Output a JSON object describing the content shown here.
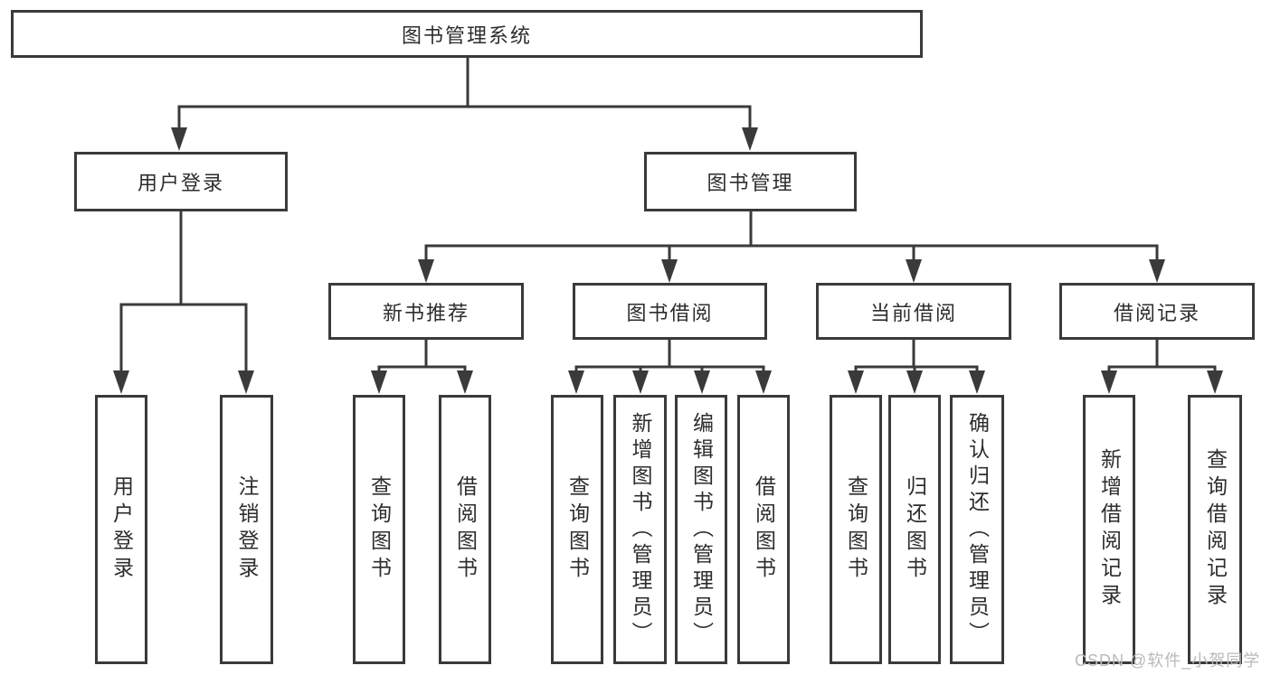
{
  "tree": {
    "root": {
      "label": "图书管理系统",
      "children": [
        {
          "label": "用户登录",
          "children": [
            {
              "label": "用户登录"
            },
            {
              "label": "注销登录"
            }
          ]
        },
        {
          "label": "图书管理",
          "children": [
            {
              "label": "新书推荐",
              "children": [
                {
                  "label": "查询图书"
                },
                {
                  "label": "借阅图书"
                }
              ]
            },
            {
              "label": "图书借阅",
              "children": [
                {
                  "label": "查询图书"
                },
                {
                  "label": "新增图书（管理员）"
                },
                {
                  "label": "编辑图书（管理员）"
                },
                {
                  "label": "借阅图书"
                }
              ]
            },
            {
              "label": "当前借阅",
              "children": [
                {
                  "label": "查询图书"
                },
                {
                  "label": "归还图书"
                },
                {
                  "label": "确认归还（管理员）"
                }
              ]
            },
            {
              "label": "借阅记录",
              "children": [
                {
                  "label": "新增借阅记录"
                },
                {
                  "label": "查询借阅记录"
                }
              ]
            }
          ]
        }
      ]
    }
  },
  "watermark": {
    "text": "CSDN @软件_小贺同学"
  },
  "colors": {
    "line": "#3a3a3a",
    "text": "#2d2d2d",
    "watermark": "#b9b9b9",
    "background": "#ffffff"
  }
}
